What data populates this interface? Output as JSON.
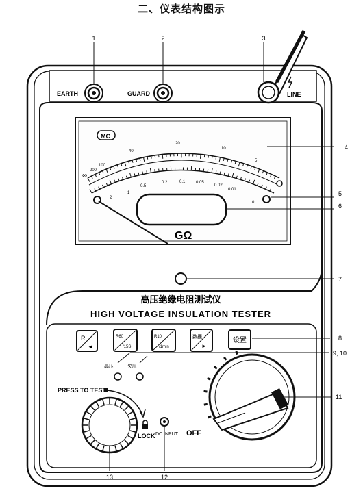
{
  "title": "二、仪表结构图示",
  "terminals": {
    "earth": "EARTH",
    "guard": "GUARD",
    "line": "LINE"
  },
  "meter": {
    "logo": "MC",
    "upper_scale": [
      "∞",
      "200",
      "100",
      "40",
      "20",
      "10",
      "5"
    ],
    "lower_scale": [
      "2",
      "1",
      "0.5",
      "0.2",
      "0.1",
      "0.05",
      "0.02",
      "0.01",
      "0"
    ],
    "unit": "GΩ"
  },
  "panel": {
    "title_cn": "高压绝缘电阻测试仪",
    "title_en": "HIGH VOLTAGE INSULATION TESTER"
  },
  "buttons": {
    "b1_top": "R",
    "b1_bottom": "◄",
    "b2_top": "R60",
    "b2_bottom": "/15S",
    "b3_top": "R10",
    "b3_bottom": "/1min",
    "b4_top": "数据",
    "b4_bottom": "►",
    "b5": "设置"
  },
  "leds": {
    "high_voltage": "高压",
    "under_voltage": "欠压"
  },
  "press_to_test": "PRESS TO TEST",
  "lock": "LOCK",
  "dc_input": "DC INPUT",
  "off": "OFF",
  "callouts": [
    "1",
    "2",
    "3",
    "4",
    "5",
    "6",
    "7",
    "8",
    "9, 10",
    "11",
    "12",
    "13"
  ]
}
